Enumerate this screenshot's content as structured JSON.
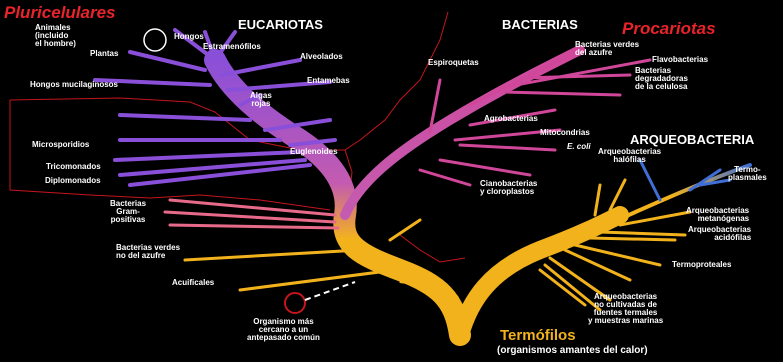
{
  "headings": {
    "pluricelulares": "Pluricelulares",
    "eucariotas": "EUCARIOTAS",
    "bacterias": "BACTERIAS",
    "procariotas": "Procariotas",
    "arqueobacteria": "ARQUEOBACTERIA",
    "termofilos": "Termófilos",
    "termofilos_sub": "(organismos amantes del calor)"
  },
  "eukaryote_labels": {
    "animales": "Animales\n(incluido\nel hombre)",
    "hongos": "Hongos",
    "plantas": "Plantas",
    "estramenofilos": "Estramenófilos",
    "alveolados": "Alveolados",
    "hongos_mucilaginosos": "Hongos mucilaginosos",
    "entamebas": "Entamebas",
    "algas_rojas": "Algas\nrojas",
    "microsporidios": "Microsporidios",
    "euglenoides": "Euglenoides",
    "tricomonados": "Tricomonados",
    "diplomonados": "Diplomonados"
  },
  "bacteria_labels": {
    "espiroquetas": "Espiroquetas",
    "bacterias_verdes_azufre": "Bacterias verdes\ndel azufre",
    "flavobacterias": "Flavobacterias",
    "bacterias_degradadoras": "Bacterias\ndegradadoras\nde la celulosa",
    "agrobacterias": "Agrobacterias",
    "mitocondrias": "Mitocondrias",
    "e_coli": "E. coli",
    "cianobacterias": "Cianobacterias\ny cloroplastos",
    "bacterias_gram": "Bacterias\nGram-\npositivas",
    "bacterias_verdes_no_azufre": "Bacterias verdes\nno del azufre",
    "acuificales": "Acuificales"
  },
  "archaea_labels": {
    "halofilas": "Arqueobacterias\nhalófilas",
    "termoplasmales": "Termo-\nplasmales",
    "metanogenas": "Arqueobacterias\nmetanógenas",
    "acidofilas": "Arqueobacterias\nacidófilas",
    "termoproteales": "Termoproteales",
    "no_cultivadas": "Arqueobacterias\nno cultivadas de\nfuentes termales\ny muestras marinas"
  },
  "ancestor_label": "Organismo más\ncercano a un\nantepasado común",
  "colors": {
    "background": "#000000",
    "eukaryote": "#8a4fd8",
    "bacteria": "#d0479a",
    "archaea": "#3f6fd6",
    "thermophile": "#f2b21c",
    "heading_red": "#e8232a",
    "boundary": "#c4161c"
  }
}
